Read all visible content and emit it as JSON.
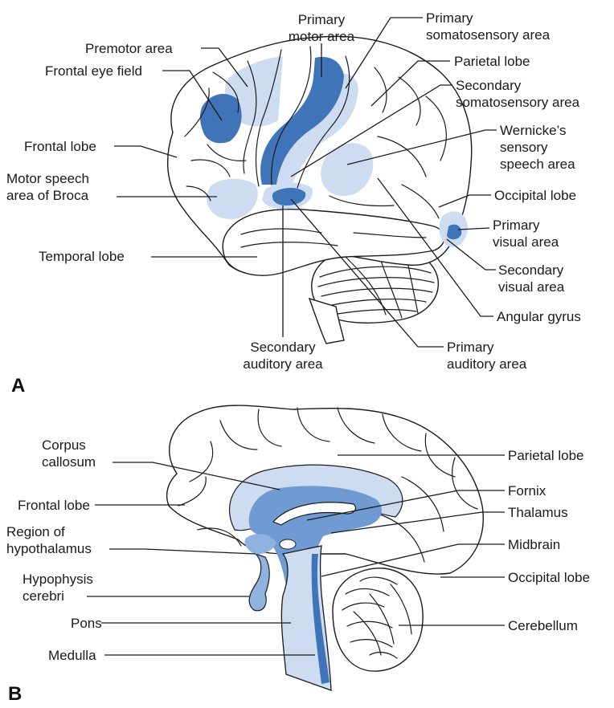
{
  "colors": {
    "light_region": "#cddcf0",
    "dark_region": "#3f74b8",
    "outline": "#1a1a1a"
  },
  "panel_a": {
    "letter": "A",
    "labels": {
      "primary_motor_area": [
        "Primary",
        "motor area"
      ],
      "primary_somatosensory_area": [
        "Primary",
        "somatosensory area"
      ],
      "premotor_area": [
        "Premotor area"
      ],
      "frontal_eye_field": [
        "Frontal eye field"
      ],
      "parietal_lobe": [
        "Parietal lobe"
      ],
      "secondary_somatosensory_area": [
        "Secondary",
        "somatosensory area"
      ],
      "frontal_lobe": [
        "Frontal lobe"
      ],
      "wernicke_area": [
        "Wernicke’s",
        "sensory",
        "speech area"
      ],
      "broca_area": [
        "Motor speech",
        "area of Broca"
      ],
      "occipital_lobe": [
        "Occipital lobe"
      ],
      "primary_visual_area": [
        "Primary",
        "visual area"
      ],
      "temporal_lobe": [
        "Temporal lobe"
      ],
      "secondary_visual_area": [
        "Secondary",
        "visual area"
      ],
      "angular_gyrus": [
        "Angular gyrus"
      ],
      "secondary_auditory_area": [
        "Secondary",
        "auditory area"
      ],
      "primary_auditory_area": [
        "Primary",
        "auditory area"
      ]
    }
  },
  "panel_b": {
    "letter": "B",
    "labels": {
      "corpus_callosum": [
        "Corpus",
        "callosum"
      ],
      "parietal_lobe": [
        "Parietal lobe"
      ],
      "frontal_lobe": [
        "Frontal lobe"
      ],
      "fornix": [
        "Fornix"
      ],
      "thalamus": [
        "Thalamus"
      ],
      "hypothalamus": [
        "Region of",
        "hypothalamus"
      ],
      "midbrain": [
        "Midbrain"
      ],
      "hypophysis": [
        "Hypophysis",
        "cerebri"
      ],
      "occipital_lobe": [
        "Occipital lobe"
      ],
      "pons": [
        "Pons"
      ],
      "cerebellum": [
        "Cerebellum"
      ],
      "medulla": [
        "Medulla"
      ]
    }
  }
}
